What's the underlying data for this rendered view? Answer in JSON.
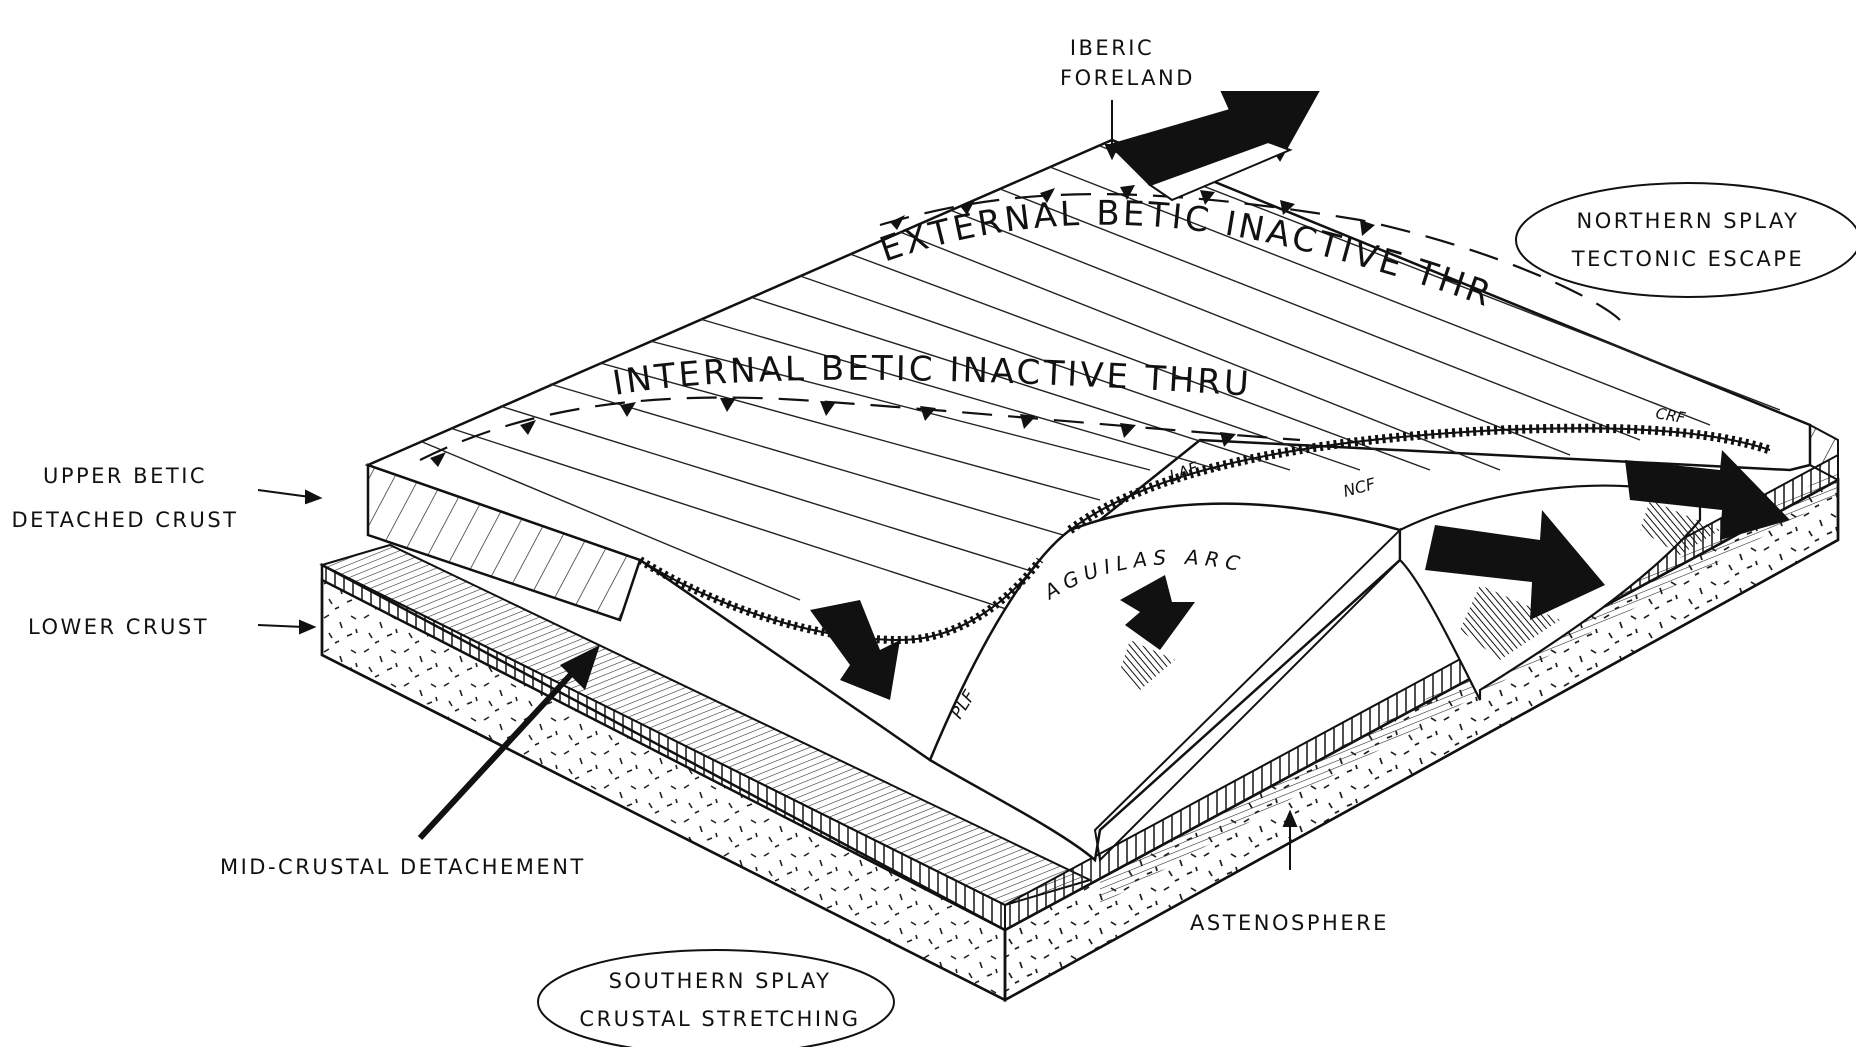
{
  "labels": {
    "iberic_foreland": [
      "IBERIC",
      "FORELAND"
    ],
    "northern_splay": [
      "NORTHERN SPLAY",
      "TECTONIC ESCAPE"
    ],
    "southern_splay": [
      "SOUTHERN SPLAY",
      "CRUSTAL STRETCHING"
    ],
    "upper_betic": [
      "UPPER BETIC",
      "DETACHED CRUST"
    ],
    "lower_crust": "LOWER CRUST",
    "mid_crustal": "MID-CRUSTAL DETACHEMENT",
    "astenosphere": "ASTENOSPHERE",
    "external_thrust": "EXTERNAL BETIC INACTIVE THRUST",
    "internal_thrust": "INTERNAL BETIC INACTIVE THRUST",
    "aguilas_arc": "AGUILAS ARC",
    "faults": {
      "plf": "PLF",
      "laf": "LAF",
      "ncf": "NCF",
      "crf": "CRF"
    }
  }
}
